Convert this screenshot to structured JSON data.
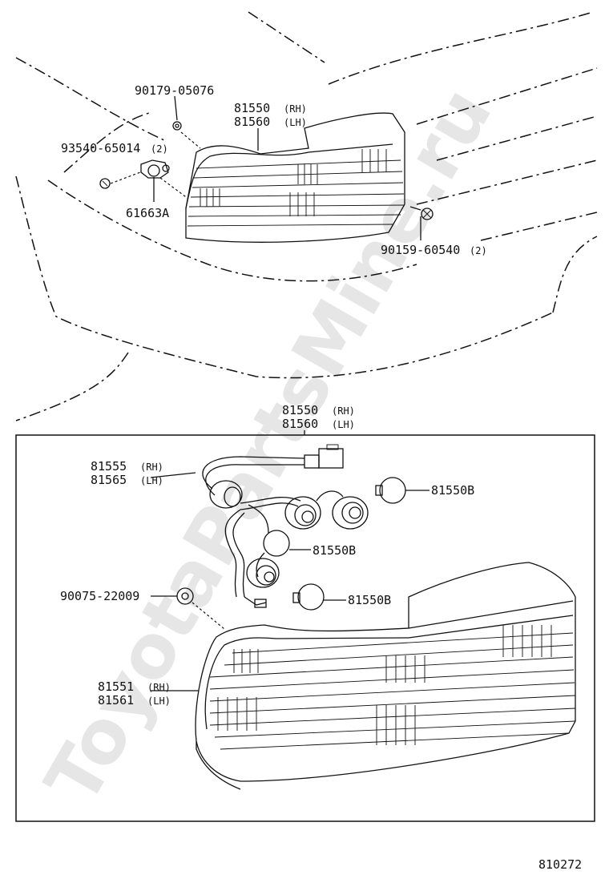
{
  "watermark": "ToyotaPartsMine.ru",
  "figure_number": "810272",
  "top_view": {
    "labels": {
      "clip_top": "90179-05076",
      "lamp_rh": "81550",
      "lamp_rh_side": "(RH)",
      "lamp_lh": "81560",
      "lamp_lh_side": "(LH)",
      "nut": "93540-65014",
      "nut_qty": "(2)",
      "bracket": "61663A",
      "screw": "90159-60540",
      "screw_qty": "(2)"
    }
  },
  "exploded_view": {
    "header_rh": "81550",
    "header_rh_side": "(RH)",
    "header_lh": "81560",
    "header_lh_side": "(LH)",
    "labels": {
      "socket_rh": "81555",
      "socket_rh_side": "(RH)",
      "socket_lh": "81565",
      "socket_lh_side": "(LH)",
      "bulb_a": "81550B",
      "bulb_b": "81550B",
      "bulb_c": "81550B",
      "gasket": "90075-22009",
      "lens_rh": "81551",
      "lens_rh_side": "(RH)",
      "lens_lh": "81561",
      "lens_lh_side": "(LH)"
    }
  }
}
